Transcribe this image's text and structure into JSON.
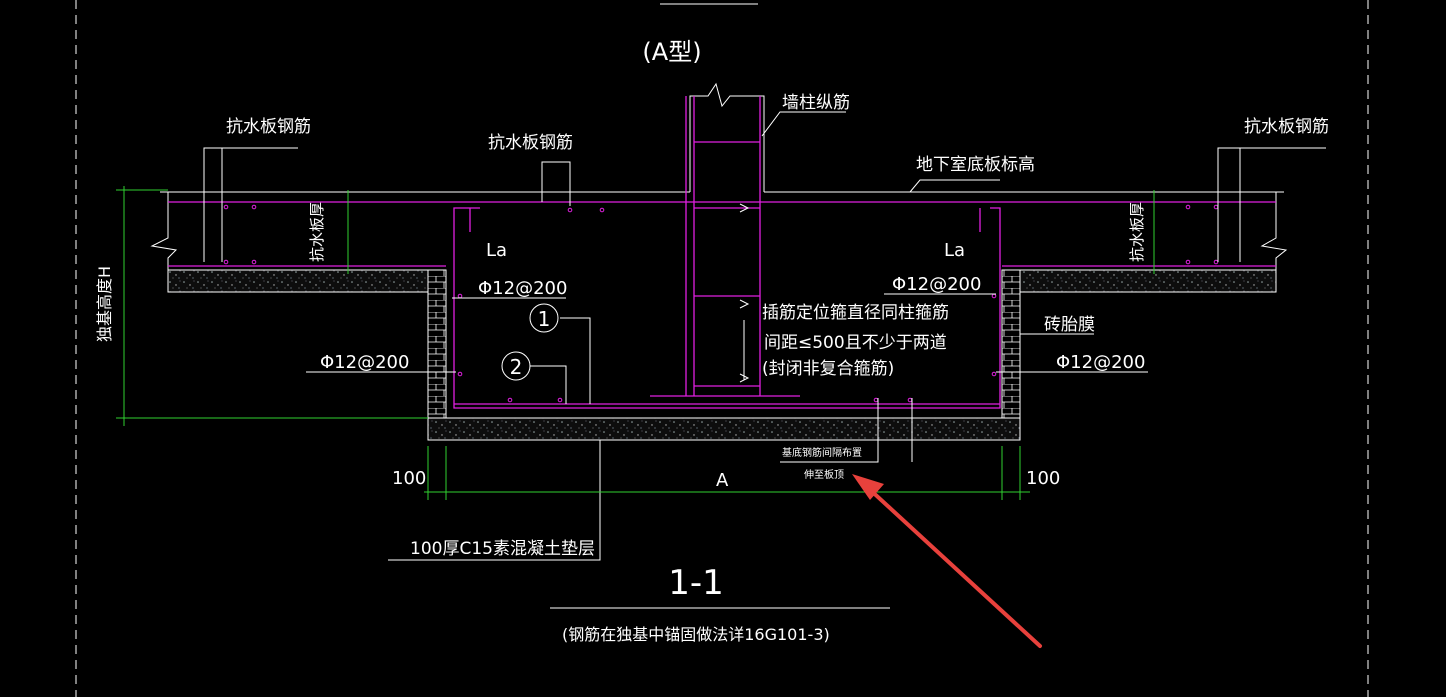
{
  "drawing": {
    "type_label": "(A型)",
    "section_title": "1-1",
    "section_note": "(钢筋在独基中锚固做法详16G101-3)",
    "labels": {
      "col_rebar": "墙柱纵筋",
      "anti_slab_rebar_left": "抗水板钢筋",
      "anti_slab_rebar_mid": "抗水板钢筋",
      "anti_slab_rebar_right": "抗水板钢筋",
      "basement_floor_elev": "地下室底板标高",
      "slab_thk_left": "抗水板厚",
      "slab_thk_right": "抗水板厚",
      "la_left": "La",
      "la_right": "La",
      "rebar_top_left": "Φ12@200",
      "rebar_top_right": "Φ12@200",
      "rebar_side_left": "Φ12@200",
      "rebar_side_right": "Φ12@200",
      "stirrup_note_1": "插筋定位箍直径同柱箍筋",
      "stirrup_note_2": "间距≤500且不少于两道",
      "stirrup_note_3": "(封闭非复合箍筋)",
      "brick_mold": "砖胎膜",
      "height_label": "独基高度H",
      "circle_1": "1",
      "circle_2": "2",
      "dim_left": "100",
      "dim_mid": "A",
      "dim_right": "100",
      "cushion": "100厚C15素混凝土垫层",
      "small_note_1": "基底钢筋间隔布置",
      "small_note_2": "伸至板顶"
    }
  },
  "colors": {
    "background": "#000000",
    "line": "#ffffff",
    "rebar": "#e020e0",
    "dimension": "#30d030",
    "arrow": "#e8413c"
  }
}
